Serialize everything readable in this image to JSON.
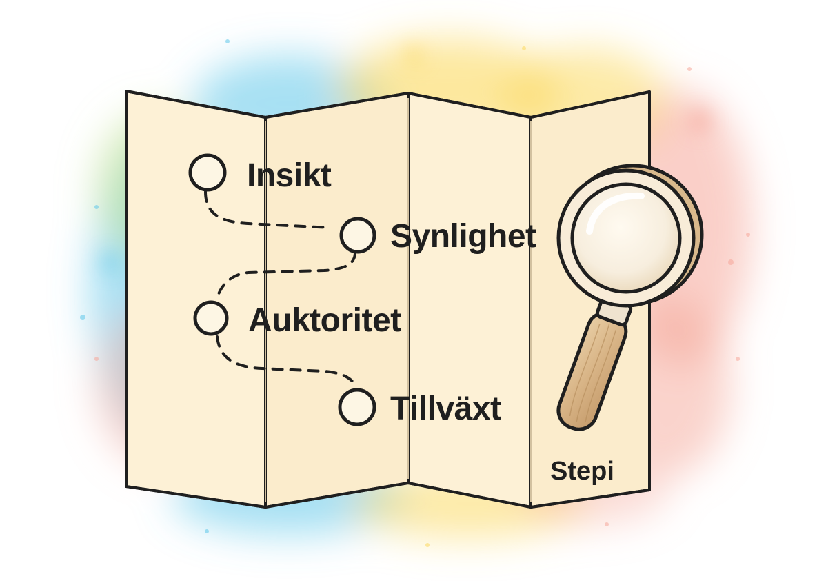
{
  "roadmap": {
    "steps": [
      {
        "label": "Insikt"
      },
      {
        "label": "Synlighet"
      },
      {
        "label": "Auktoritet"
      },
      {
        "label": "Tillväxt"
      }
    ]
  },
  "brand": {
    "label": "Stepi"
  },
  "icons": {
    "magnifier": "magnifying-glass-icon",
    "map": "folded-map-icon"
  },
  "colors": {
    "paper": "#fdf1d6",
    "outline": "#1f1f1f",
    "watercolor_blue": "#5fc6ea",
    "watercolor_yellow": "#fbd85e",
    "watercolor_pink": "#f6a79a",
    "watercolor_green": "#bfe08a",
    "handle_wood": "#d9b98c"
  }
}
